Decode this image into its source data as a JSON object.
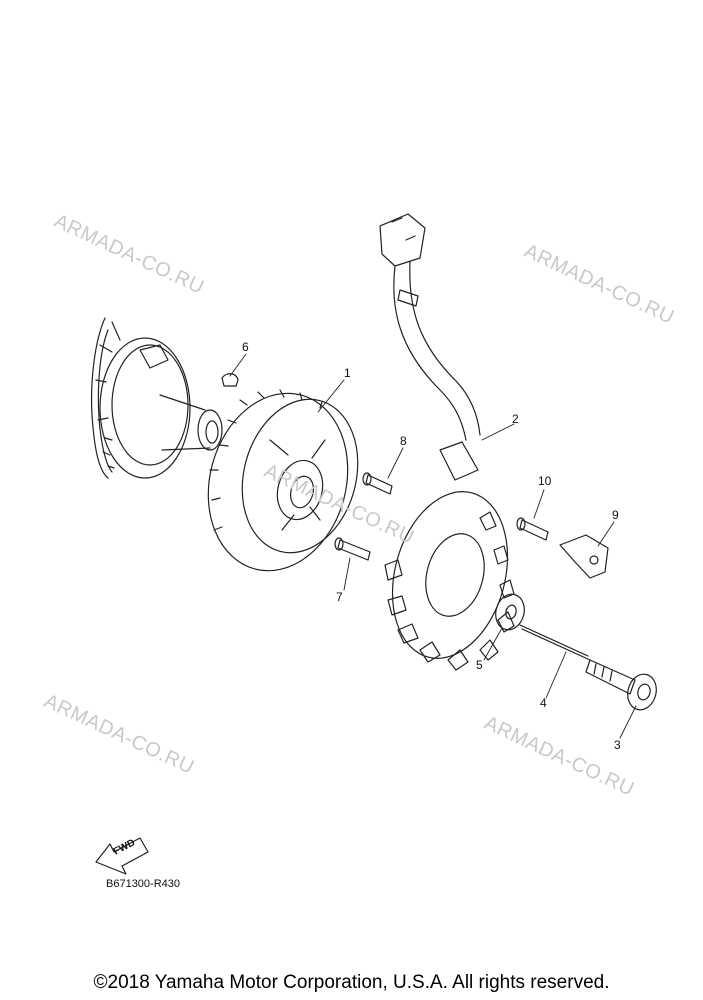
{
  "watermarks": [
    "ARMADA-CO.RU",
    "ARMADA-CO.RU",
    "ARMADA-CO.RU",
    "ARMADA-CO.RU",
    "ARMADA-CO.RU"
  ],
  "callouts": [
    "1",
    "2",
    "3",
    "4",
    "5",
    "6",
    "7",
    "8",
    "9",
    "10"
  ],
  "fwd_label": "FWD",
  "part_code": "B671300-R430",
  "copyright": "©2018 Yamaha Motor Corporation, U.S.A. All rights reserved."
}
